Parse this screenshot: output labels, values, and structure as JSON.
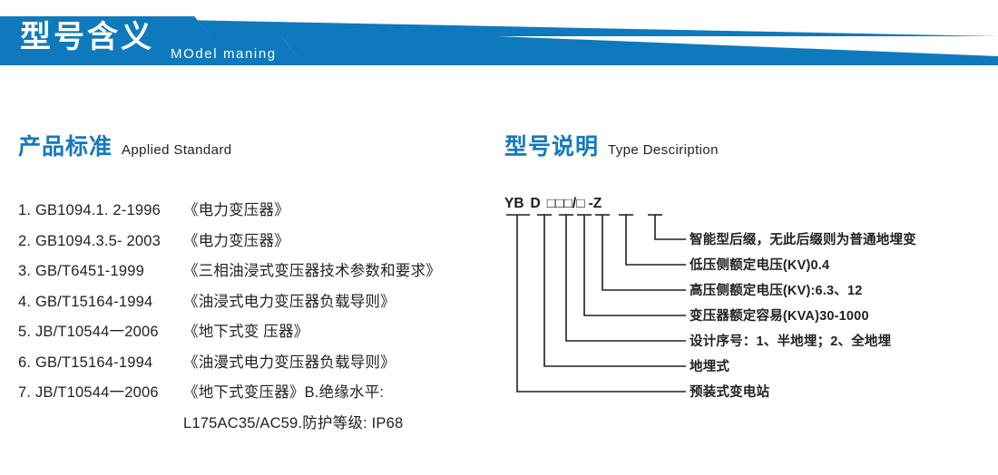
{
  "banner": {
    "title_cn": "型号含义",
    "title_en": "MOdel maning",
    "color": "#0f79bd"
  },
  "sections": {
    "left": {
      "title_cn": "产品标准",
      "title_en": "Applied Standard"
    },
    "right": {
      "title_cn": "型号说明",
      "title_en": "Type Desciription"
    }
  },
  "standards": [
    {
      "code": "1. GB1094.1. 2-1996",
      "title": "《电力变压器》"
    },
    {
      "code": "2. GB1094.3.5- 2003",
      "title": "《电力变压器》"
    },
    {
      "code": "3. GB/T6451-1999",
      "title": "《三相油浸式变压器技术参数和要求》"
    },
    {
      "code": "4. GB/T15164-1994",
      "title": "《油浸式电力变压器负载导则》"
    },
    {
      "code": "5. JB/T10544一2006",
      "title": "《地下式变 压器》"
    },
    {
      "code": "6. GB/T15164-1994",
      "title": "《油漫式电力变压器负载导则》"
    },
    {
      "code": "7. JB/T10544一2006",
      "title": "《地下式变压器》B.绝缘水平:"
    },
    {
      "code": "",
      "title": "L175AC35/AC59.防护等级: IP68"
    }
  ],
  "model_code": {
    "parts": [
      "YB",
      "D",
      "□",
      "□",
      "□",
      "/",
      "□",
      "-",
      "Z"
    ]
  },
  "model_labels": [
    "智能型后缀，无此后缀则为普通地埋变",
    "低压侧额定电压(KV)0.4",
    "高压侧额定电压(KV):6.3、12",
    "变压器额定容易(KVA)30-1000",
    "设计序号：1、半地埋；2、全地埋",
    "地埋式",
    "预装式变电站"
  ]
}
